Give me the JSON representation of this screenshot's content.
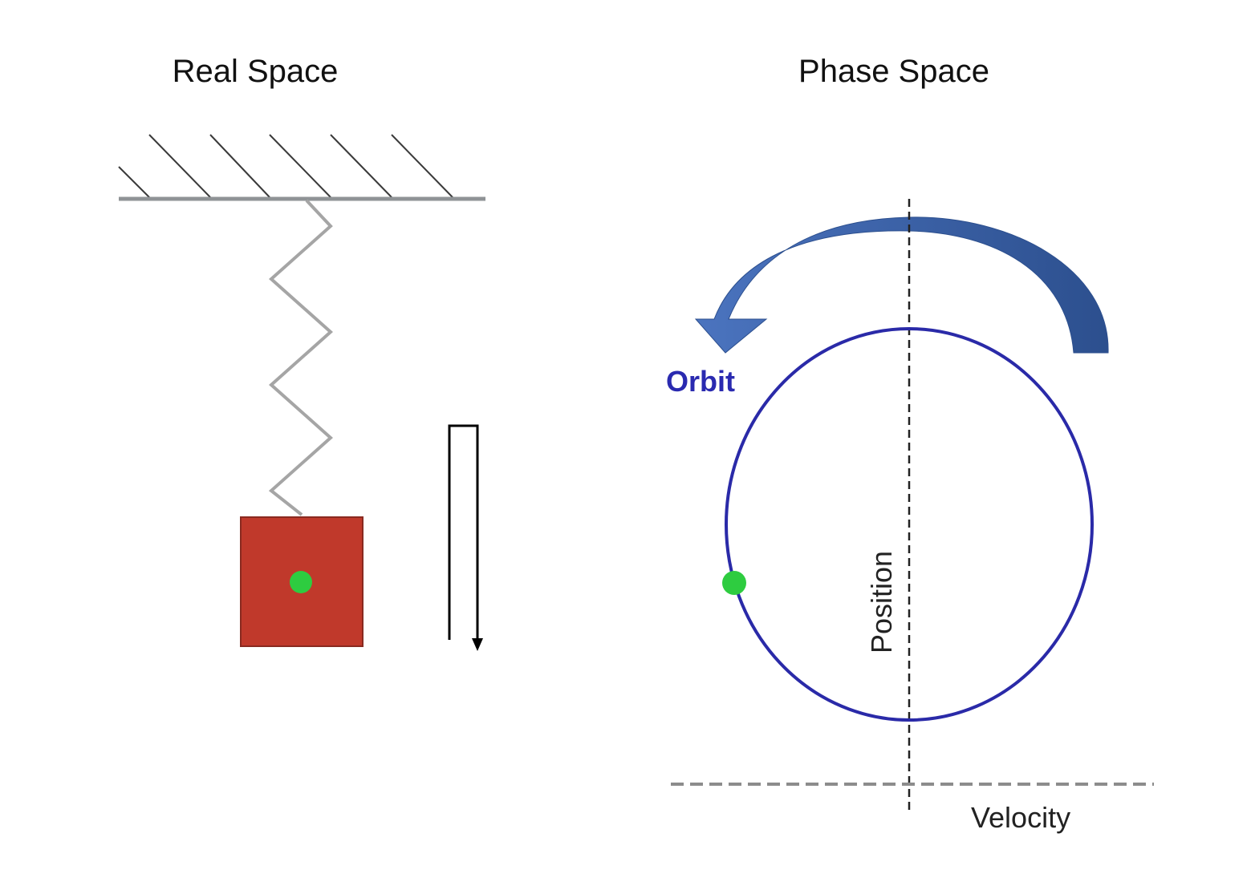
{
  "real_space": {
    "title": "Real Space",
    "colors": {
      "ceiling": "#8f9396",
      "hatch": "#3a3a3a",
      "spring": "#a5a5a5",
      "mass_fill": "#c0392b",
      "mass_stroke": "#8a2a20",
      "marker": "#2ecc40",
      "motion_arrow": "#000000"
    }
  },
  "phase_space": {
    "title": "Phase Space",
    "orbit_label": "Orbit",
    "position_label": "Position",
    "velocity_label": "Velocity",
    "colors": {
      "orbit": "#2a2aa8",
      "orbit_label": "#2a2ab0",
      "arrow_fill": "#3d63a8",
      "arrow_dark": "#2c4f8e",
      "axis": "#222222",
      "velocity_axis": "#8c8c8c",
      "marker": "#2ecc40"
    }
  }
}
